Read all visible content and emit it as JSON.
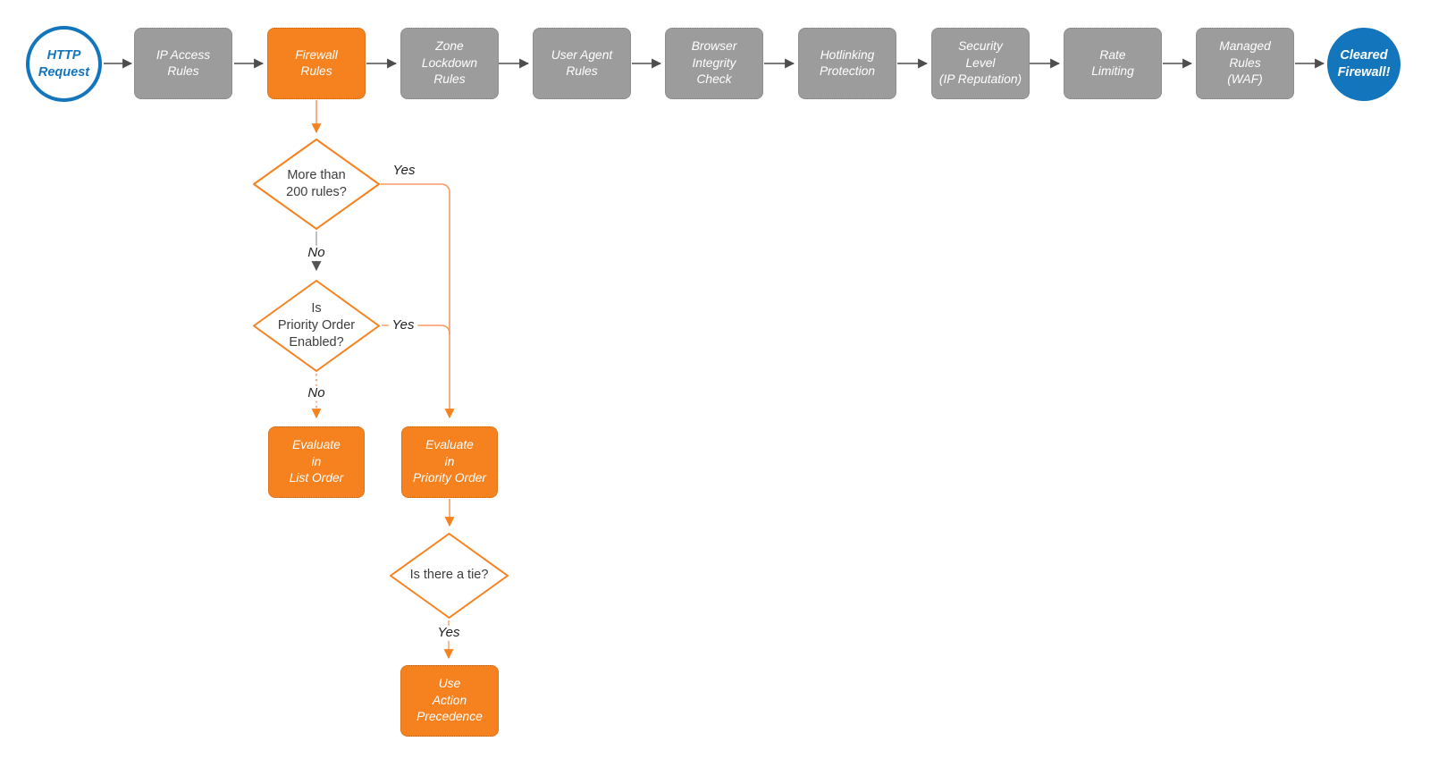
{
  "colors": {
    "orange": "#F6821F",
    "orange_line": "#F79B63",
    "gray_box": "#9C9C9C",
    "blue": "#1375BC",
    "arrow_gray": "#4D4D4D",
    "diamond_text": "#3D3D3D"
  },
  "pipeline": {
    "start": {
      "label": "HTTP\nRequest"
    },
    "steps": [
      {
        "label": "IP Access\nRules"
      },
      {
        "label": "Firewall\nRules",
        "highlight": true
      },
      {
        "label": "Zone\nLockdown\nRules"
      },
      {
        "label": "User Agent\nRules"
      },
      {
        "label": "Browser\nIntegrity\nCheck"
      },
      {
        "label": "Hotlinking\nProtection"
      },
      {
        "label": "Security\nLevel\n(IP Reputation)"
      },
      {
        "label": "Rate\nLimiting"
      },
      {
        "label": "Managed\nRules\n(WAF)"
      }
    ],
    "end": {
      "label": "Cleared\nFirewall!"
    }
  },
  "firewall_branch": {
    "decision_rule_count": {
      "label": "More than\n200 rules?",
      "yes": "Yes",
      "no": "No"
    },
    "decision_priority_order": {
      "label": "Is\nPriority Order\nEnabled?",
      "yes": "Yes",
      "no": "No"
    },
    "decision_tie": {
      "label": "Is there a tie?",
      "yes": "Yes"
    },
    "evaluate_list_order": {
      "label": "Evaluate\nin\nList Order"
    },
    "evaluate_priority_order": {
      "label": "Evaluate\nin\nPriority Order"
    },
    "use_action_precedence": {
      "label": "Use\nAction\nPrecedence"
    }
  }
}
